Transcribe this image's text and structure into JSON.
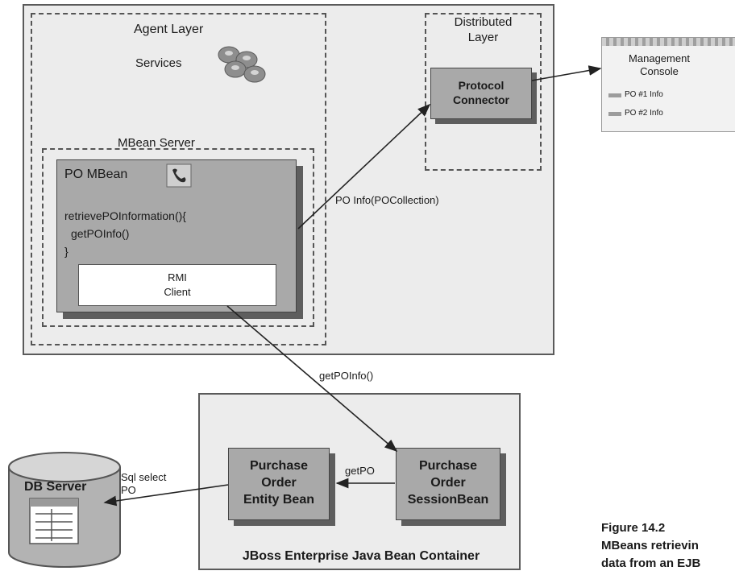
{
  "agent_layer": {
    "title": "Agent Layer",
    "services_label": "Services",
    "services_icon": "gears-icon"
  },
  "mbean_server": {
    "label": "MBean Server",
    "po_mbean": {
      "title": "PO MBean",
      "icon": "phone-icon",
      "code": [
        "retrievePOInformation(){",
        "getPOInfo()",
        "}"
      ],
      "rmi_client": [
        "RMI",
        "Client"
      ]
    }
  },
  "distributed_layer": {
    "title": [
      "Distributed",
      "Layer"
    ],
    "connector": [
      "Protocol",
      "Connector"
    ]
  },
  "management_console": {
    "title": [
      "Management",
      "Console"
    ],
    "items": [
      "PO #1 Info",
      "PO #2 Info"
    ]
  },
  "edges": {
    "po_info": "PO Info(POCollection)",
    "get_po_info": "getPOInfo()",
    "get_po": "getPO",
    "sql_select": [
      "Sql select",
      "PO"
    ]
  },
  "db_server": {
    "label": "DB Server",
    "icon": "table-icon"
  },
  "ejb_container": {
    "label": "JBoss Enterprise Java Bean Container",
    "entity_bean": [
      "Purchase",
      "Order",
      "Entity Bean"
    ],
    "session_bean": [
      "Purchase",
      "Order",
      "SessionBean"
    ]
  },
  "caption": {
    "label": "Figure 14.2",
    "text": [
      "MBeans retrievin",
      "data from an EJB"
    ]
  },
  "colors": {
    "box_fill": "#a9a9a9",
    "box_shadow": "#5e5e5e",
    "panel_fill": "#ececec",
    "outline": "#5a5a5a"
  }
}
